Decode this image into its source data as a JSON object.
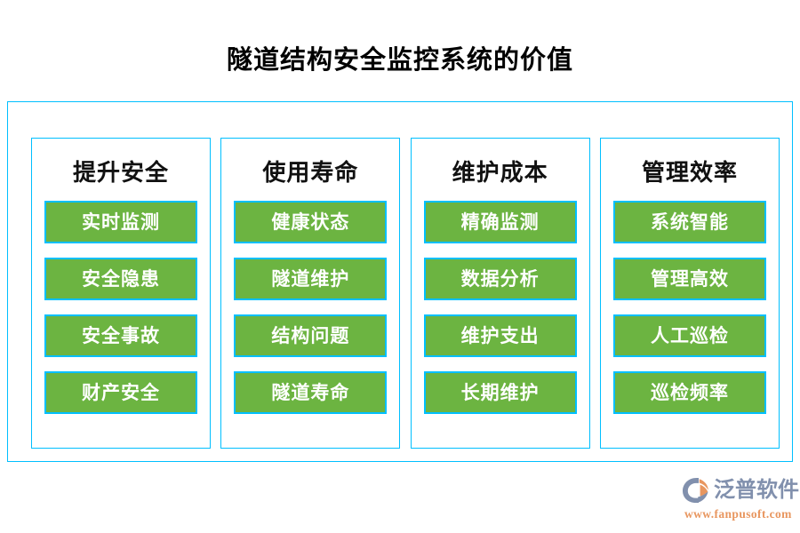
{
  "page": {
    "title": "隧道结构安全监控系统的价值",
    "background_color": "#ffffff",
    "frame_border_color": "#00bfff",
    "box_fill_color": "#6cb441",
    "box_text_color": "#ffffff",
    "title_color": "#000000"
  },
  "columns": [
    {
      "title": "提升安全",
      "items": [
        "实时监测",
        "安全隐患",
        "安全事故",
        "财产安全"
      ]
    },
    {
      "title": "使用寿命",
      "items": [
        "健康状态",
        "隧道维护",
        "结构问题",
        "隧道寿命"
      ]
    },
    {
      "title": "维护成本",
      "items": [
        "精确监测",
        "数据分析",
        "维护支出",
        "长期维护"
      ]
    },
    {
      "title": "管理效率",
      "items": [
        "系统智能",
        "管理高效",
        "人工巡检",
        "巡检频率"
      ]
    }
  ],
  "logo": {
    "name": "泛普软件",
    "url": "www.fanpusoft.com",
    "name_color": "#8190ad",
    "url_color": "#e8965f",
    "mark_primary_color": "#8190ad",
    "mark_accent_color": "#e8965f"
  }
}
